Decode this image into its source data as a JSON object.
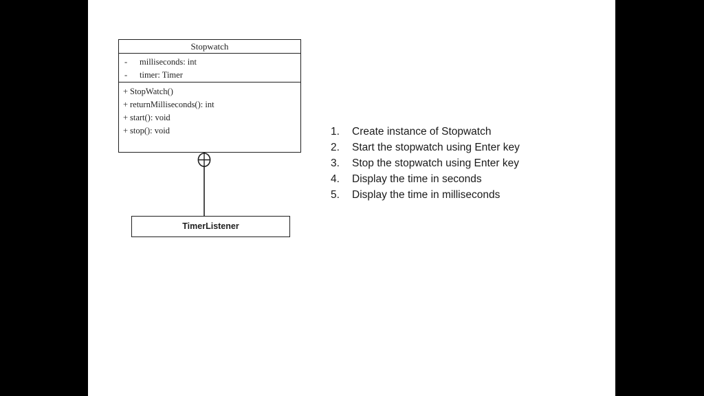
{
  "uml_diagram": {
    "stopwatch_class": {
      "name": "Stopwatch",
      "attributes": [
        {
          "visibility": "-",
          "label": "milliseconds: int"
        },
        {
          "visibility": "-",
          "label": "timer: Timer"
        }
      ],
      "operations": [
        {
          "visibility": "+",
          "label": "StopWatch()"
        },
        {
          "visibility": "+",
          "label": "returnMilliseconds(): int"
        },
        {
          "visibility": "+",
          "label": "start(): void"
        },
        {
          "visibility": "+",
          "label": "stop(): void"
        }
      ]
    },
    "timer_listener_class": {
      "name": "TimerListener"
    },
    "connector": {
      "style": "containment",
      "icon": "circle-plus-icon"
    }
  },
  "steps_list": {
    "items": [
      {
        "number": "1.",
        "text": "Create instance of Stopwatch"
      },
      {
        "number": "2.",
        "text": "Start the stopwatch using Enter key"
      },
      {
        "number": "3.",
        "text": "Stop the stopwatch using Enter key"
      },
      {
        "number": "4.",
        "text": "Display the time in seconds"
      },
      {
        "number": "5.",
        "text": "Display the time in milliseconds"
      }
    ]
  },
  "colors": {
    "letterbox": "#000000",
    "slide_background": "#ffffff",
    "line": "#1f1f1f",
    "text": "#1a1a1a"
  }
}
